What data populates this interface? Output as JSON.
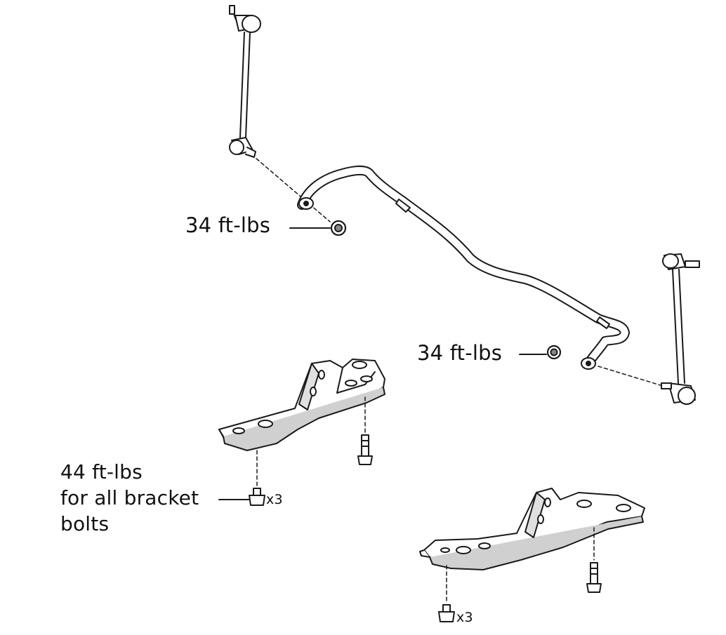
{
  "callouts": {
    "left_nut": "34 ft-lbs",
    "right_nut": "34 ft-lbs",
    "bracket_bolts": [
      "44 ft-lbs",
      "for all bracket",
      "bolts"
    ]
  },
  "multipliers": {
    "left_bracket": "x3",
    "right_bracket": "x3"
  },
  "colors": {
    "line": "#1a1a1a",
    "fill": "#ffffff",
    "shade": "#d0d0d0"
  }
}
